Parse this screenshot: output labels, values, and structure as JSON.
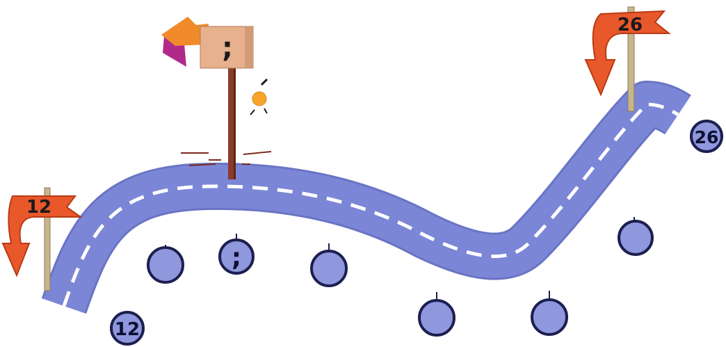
{
  "road": {
    "start_number": "12",
    "end_number": "26",
    "slot_count": 6,
    "revealed_slot": {
      "index": 1,
      "value": ";"
    }
  },
  "signs": {
    "left": {
      "text": "12"
    },
    "right": {
      "text": "26"
    },
    "top": {
      "text": ";"
    }
  },
  "colors": {
    "road": "#7b86d6",
    "road_edge": "#6a74c4",
    "lane_marking": "#ffffff",
    "slot_fill": "#8f97dd",
    "slot_stroke": "#1c1f4f",
    "sign_red": "#e8582a",
    "sign_red_dark": "#b83a14",
    "post": "#c7b58d",
    "house_pink": "#e6b18c",
    "house_orange": "#f08a2a",
    "house_magenta": "#b12a8a"
  }
}
